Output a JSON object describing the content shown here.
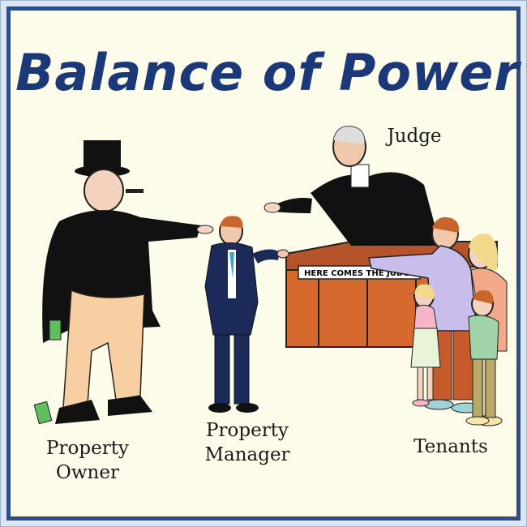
{
  "title": "Balance of Power",
  "labels": {
    "judge": "Judge",
    "property_owner": [
      "Property",
      "Owner"
    ],
    "property_manager": [
      "Property",
      "Manager"
    ],
    "tenants": "Tenants"
  },
  "bench_sign": "HERE COMES THE JUDGE",
  "colors": {
    "border": "#2b4f8a",
    "title": "#1b3878",
    "background": "#fdfbea",
    "bench": "#c0582a"
  }
}
